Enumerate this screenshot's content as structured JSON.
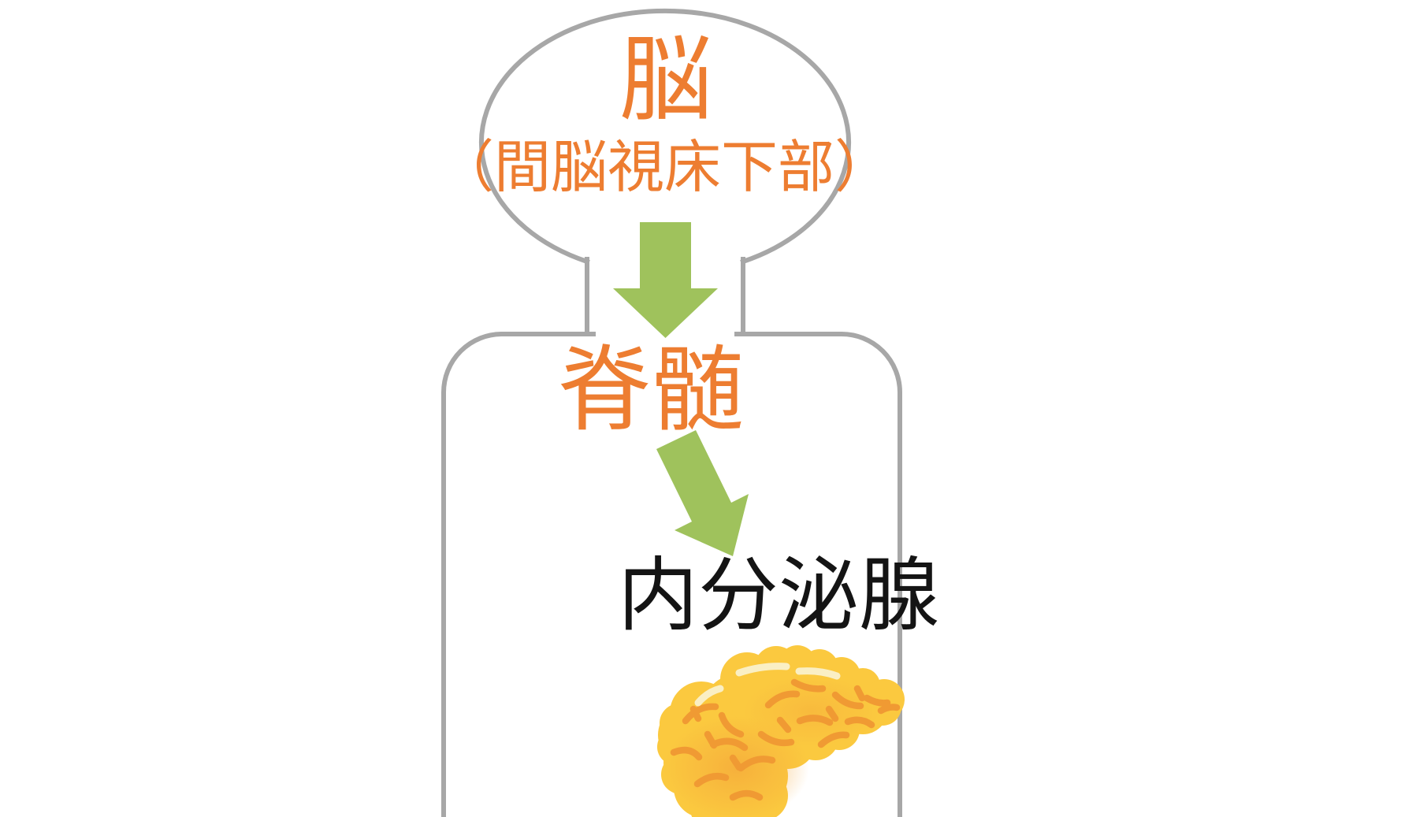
{
  "diagram": {
    "labels": {
      "brain": "脳",
      "brain_region": "（間脳視床下部）",
      "spinal_cord": "脊髄",
      "endocrine_gland": "内分泌腺"
    },
    "flow": [
      {
        "from": "脳（間脳視床下部）",
        "to": "脊髄",
        "arrow": "down"
      },
      {
        "from": "脊髄",
        "to": "内分泌腺",
        "arrow": "down-right"
      }
    ],
    "illustration": "pancreas",
    "colors": {
      "label_orange": "#ED7D31",
      "label_black": "#141414",
      "arrow_green": "#9FC25C",
      "outline_gray": "#A7A7A7",
      "pancreas_yellow": "#FBC93F",
      "pancreas_squiggle": "#F09A33",
      "pancreas_highlight": "#FAEFC4"
    }
  }
}
